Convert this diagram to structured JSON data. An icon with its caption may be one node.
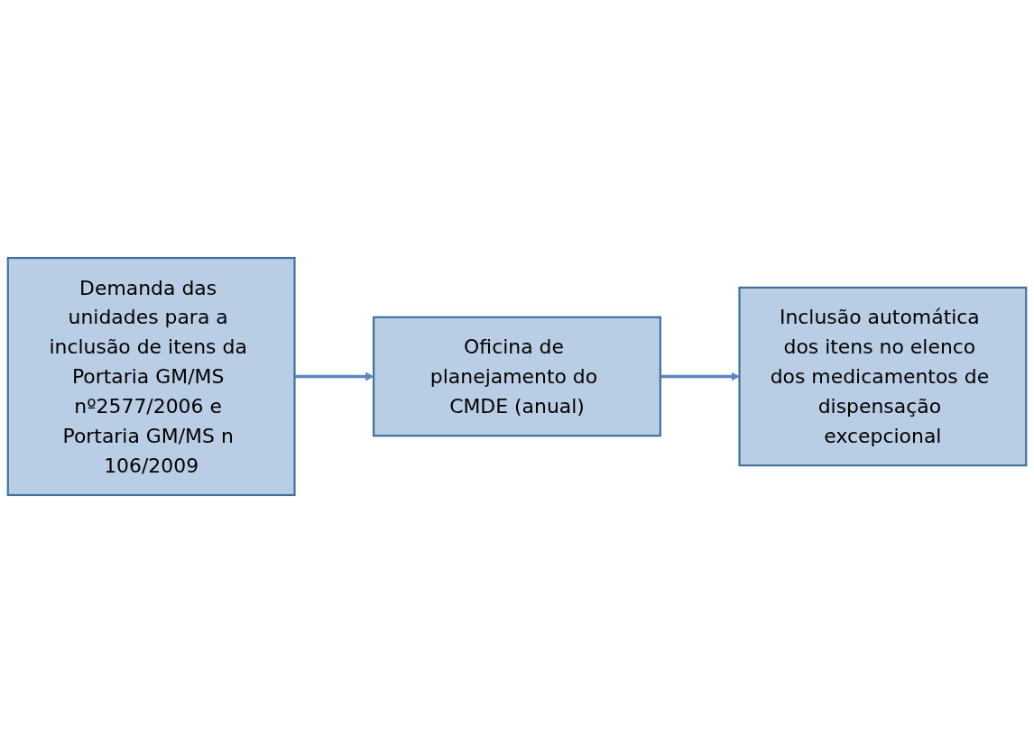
{
  "diagram": {
    "nodes": [
      {
        "text": [
          "Demanda das unidades para a inclusão de itens da Portaria GM/MS nº2577/2006 e Portaria GM/MS n 106/2009"
        ]
      },
      {
        "text": [
          "Oficina de planejamento do CMDE (anual)"
        ]
      },
      {
        "text": [
          "Inclusão automática dos itens no elenco dos medicamentos de dispensação excepcional"
        ]
      }
    ],
    "edges": [
      {
        "from": 0,
        "to": 1,
        "arrow": "to"
      },
      {
        "from": 1,
        "to": 2,
        "arrow": "to"
      }
    ]
  }
}
